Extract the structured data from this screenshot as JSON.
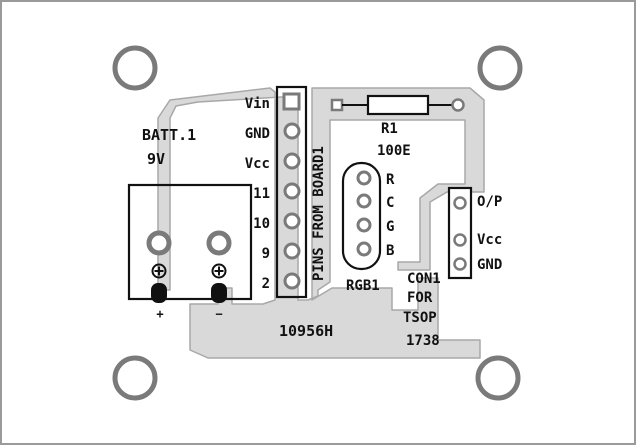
{
  "colors": {
    "board": "#ffffff",
    "border": "#9a9a9a",
    "trace": "#d9d9d9",
    "trace_edge": "#a8a8a8",
    "pad_ring": "#7a7a7a",
    "ink": "#111111",
    "gray_pad": "#8c8c8c"
  },
  "battery": {
    "label": "BATT.1",
    "voltage": "9V",
    "plus_sign": "+",
    "minus_sign": "−"
  },
  "header": {
    "title": "PINS FROM BOARD1",
    "pins": [
      "Vin",
      "GND",
      "Vcc",
      "11",
      "10",
      "9",
      "2"
    ]
  },
  "resistor": {
    "name": "R1",
    "value": "100E"
  },
  "rgb": {
    "name": "RGB1",
    "pins": [
      "R",
      "C",
      "G",
      "B"
    ]
  },
  "tsop": {
    "pins": [
      "O/P",
      "Vcc",
      "GND"
    ],
    "caption": [
      "CON1",
      "FOR",
      "TSOP",
      "1738"
    ]
  },
  "board_id": "10956H"
}
